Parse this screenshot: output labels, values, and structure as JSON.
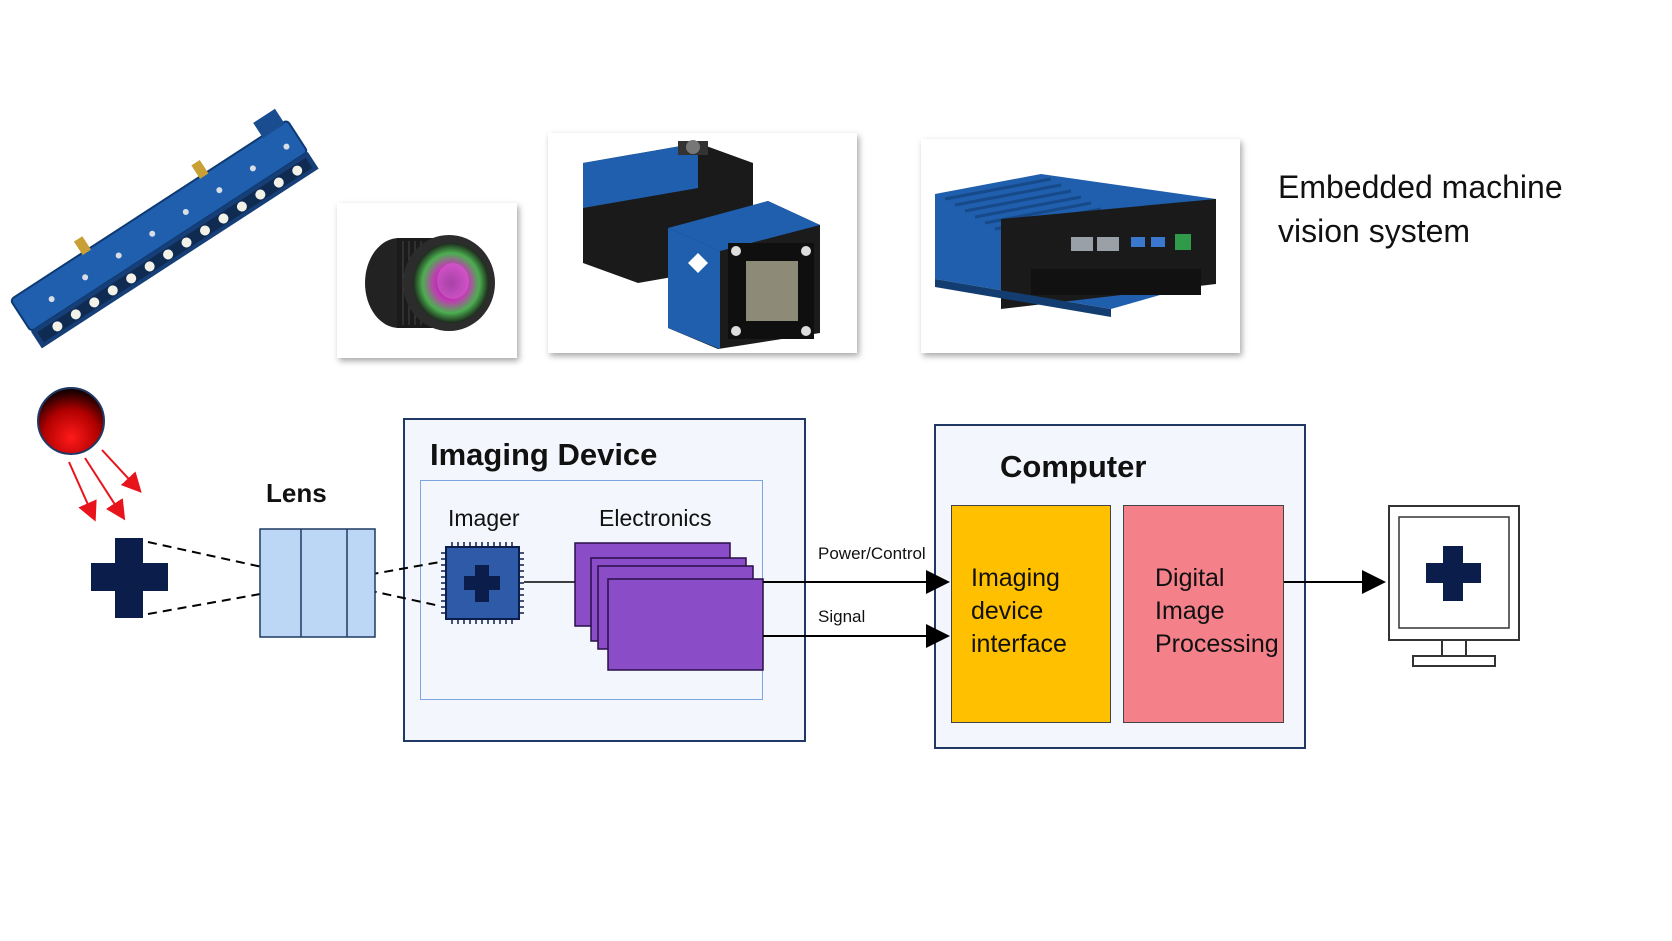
{
  "caption": {
    "line1": "Embedded machine",
    "line2": "vision system"
  },
  "diagram": {
    "lens_label": "Lens",
    "imaging_device_title": "Imaging Device",
    "imager_label": "Imager",
    "electronics_label": "Electronics",
    "power_control_label": "Power/Control",
    "signal_label": "Signal",
    "computer_title": "Computer",
    "interface_box": {
      "line1": "Imaging",
      "line2": "device",
      "line3": "interface"
    },
    "processing_box": {
      "line1": "Digital",
      "line2": "Image",
      "line3": "Processing"
    }
  },
  "colors": {
    "panel_border": "#1f3864",
    "panel_fill": "#f3f6fc",
    "lens_fill": "#bcd7f5",
    "chip_fill": "#2f5aa8",
    "electronics_fill": "#8a4cc7",
    "interface_fill": "#ffc000",
    "processing_fill": "#f4808a",
    "object_color": "#0b1d4a",
    "ray_color": "#e8141b",
    "device_blue": "#1f5fae"
  },
  "icons": [
    "light-source-icon",
    "ray-arrow-icon",
    "object-cross-icon",
    "monitor-icon",
    "chip-icon"
  ]
}
